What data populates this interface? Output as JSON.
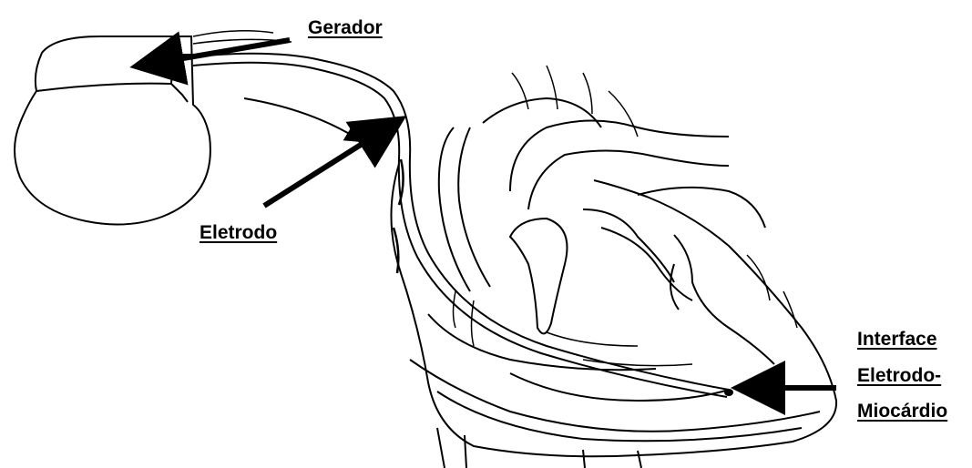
{
  "diagram": {
    "labels": {
      "generator": "Gerador",
      "electrode": "Eletrodo",
      "interface_line1": "Interface",
      "interface_line2": "Eletrodo-",
      "interface_line3": "Miocárdio"
    },
    "colors": {
      "ink": "#000000",
      "background": "#ffffff"
    },
    "illustration": "pacemaker-generator-lead-heart"
  }
}
